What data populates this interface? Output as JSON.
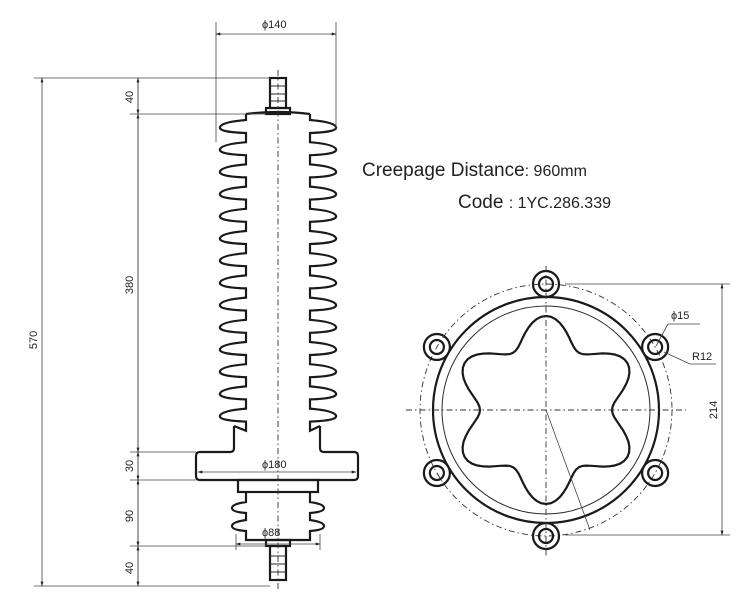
{
  "spec": {
    "creepage_label": "Creepage Distance",
    "creepage_value": ": 960mm",
    "code_label": "Code",
    "code_value": ": 1YC.286.339"
  },
  "dimensions": {
    "top_diameter": "ϕ140",
    "total_height": "570",
    "top_terminal": "40",
    "shed_section": "380",
    "flange_height": "30",
    "lower_section": "90",
    "bottom_terminal": "40",
    "flange_diameter": "ϕ180",
    "base_diameter": "ϕ88",
    "hole_diameter": "ϕ15",
    "hole_radius": "R12",
    "bolt_span": "214"
  }
}
